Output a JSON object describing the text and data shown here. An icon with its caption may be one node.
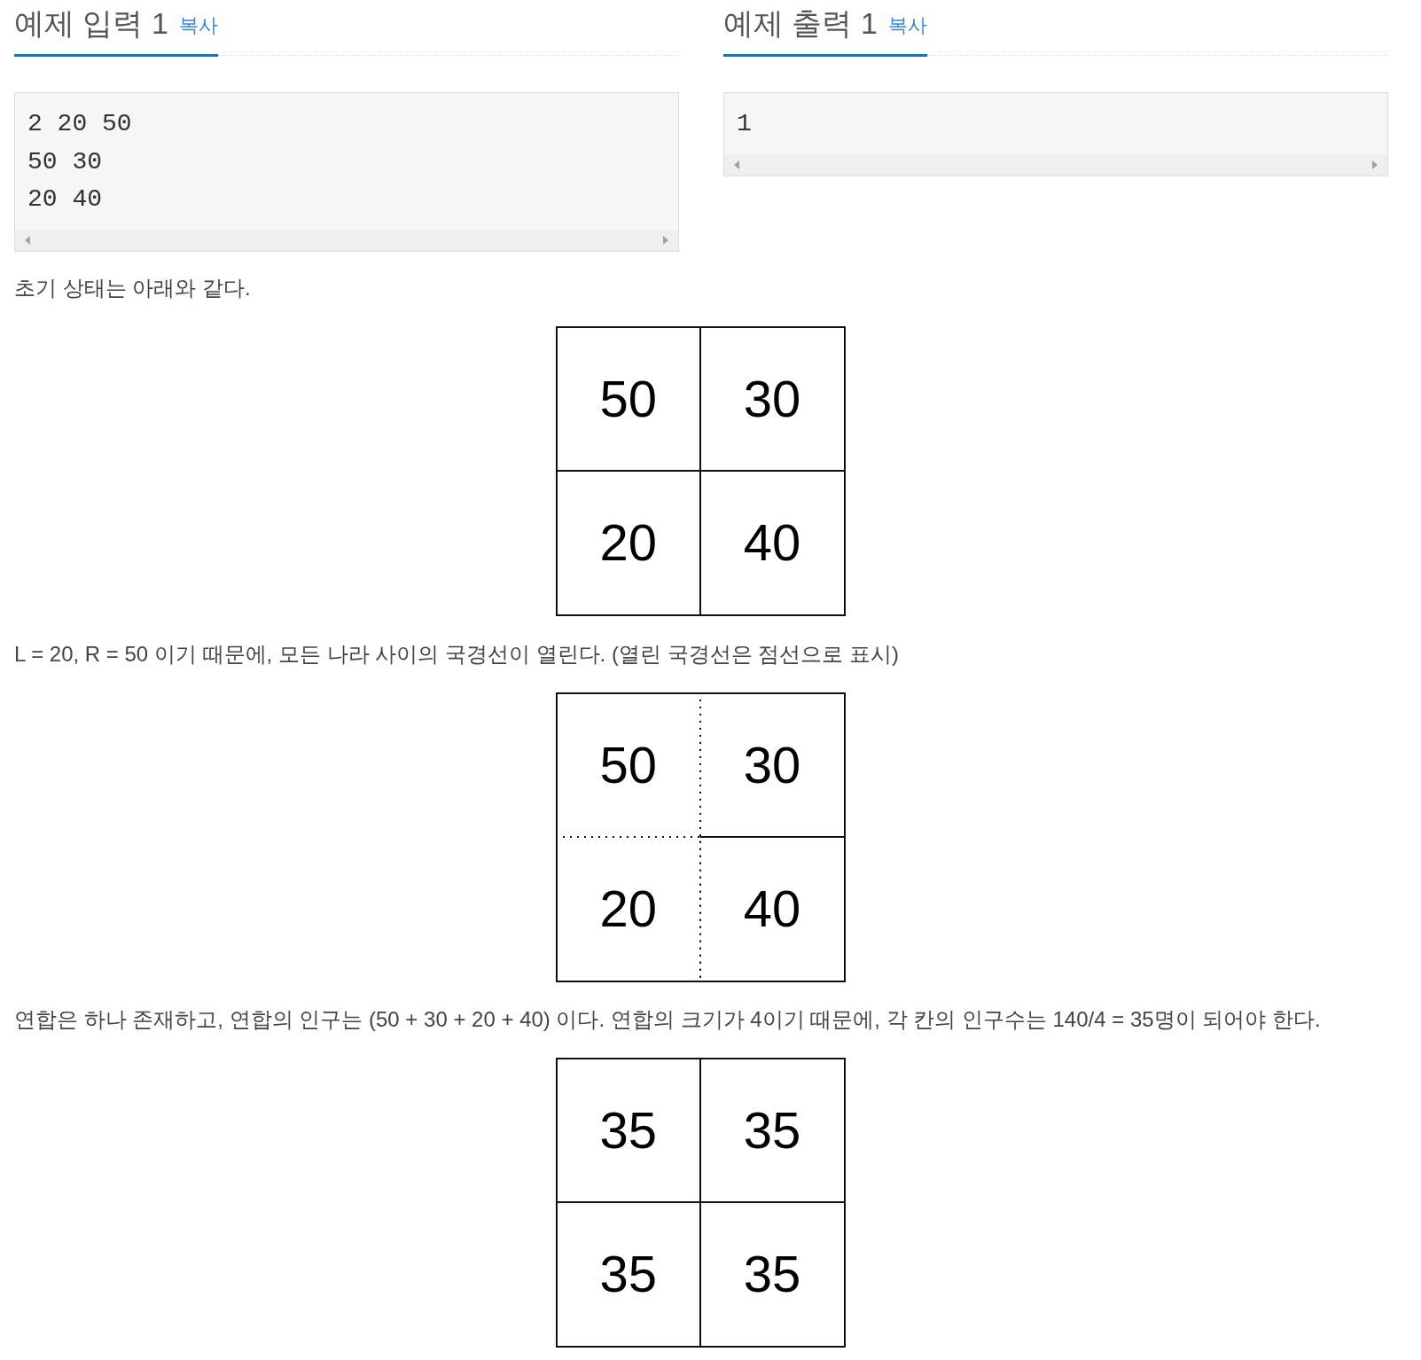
{
  "diagram": {
    "nodes": [
      {
        "text": [
          "2 20 50",
          "50 30",
          "20 40"
        ]
      },
      {
        "text": [
          "1"
        ]
      },
      {
        "text": [],
        "shape": "box"
      },
      {
        "text": [
          "50"
        ],
        "in": 2
      },
      {
        "text": [
          "30"
        ],
        "in": 2
      },
      {
        "text": [
          "20"
        ],
        "in": 2
      },
      {
        "text": [
          "40"
        ],
        "in": 2
      },
      {
        "text": [],
        "shape": "box"
      },
      {
        "text": [
          "50"
        ],
        "in": 7
      },
      {
        "text": [
          "30"
        ],
        "in": 7
      },
      {
        "text": [
          "20"
        ],
        "in": 7
      },
      {
        "text": [
          "40"
        ],
        "in": 7
      },
      {
        "text": [],
        "shape": "box"
      },
      {
        "text": [
          "35"
        ],
        "in": 12
      },
      {
        "text": [
          "35"
        ],
        "in": 12
      },
      {
        "text": [
          "35"
        ],
        "in": 12
      },
      {
        "text": [
          "35"
        ],
        "in": 12
      }
    ],
    "labels": [
      "예제 입력 1",
      "복사",
      "예제 출력 1",
      "복사",
      "초기 상태는 아래와 같다.",
      "L = 20, R = 50 이기 때문에, 모든 나라 사이의 국경선이 열린다. (열린 국경선은 점선으로 표시)",
      "연합은 하나 존재하고, 연합의 인구는 (50 + 30 + 20 + 40) 이다. 연합의 크기가 4이기 때문에, 각 칸의 인구수는 140/4 = 35명이 되어야 한다."
    ]
  }
}
